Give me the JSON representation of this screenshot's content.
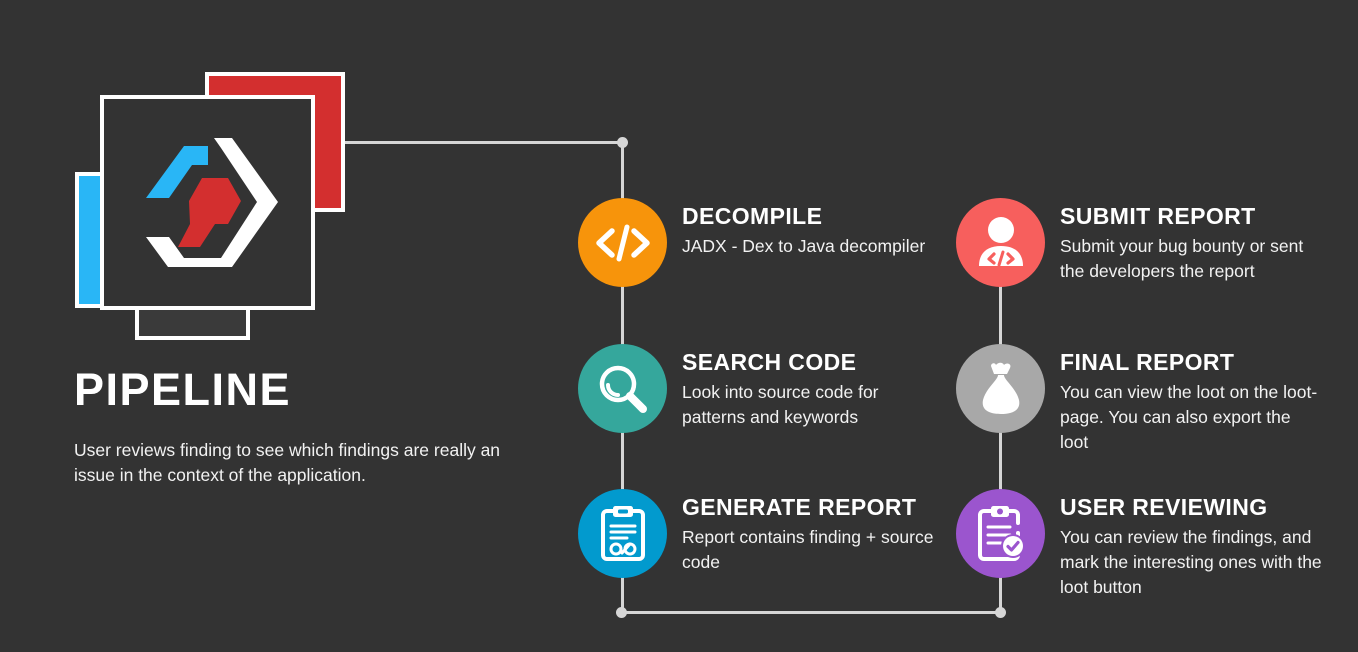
{
  "page": {
    "background_color": "#333333",
    "title": "PIPELINE",
    "description": "User reviews finding to see which findings are really an issue in the context of the application."
  },
  "logo": {
    "name": "hexagon-key-logo",
    "card_colors": {
      "blue": "#29B6F6",
      "red": "#D32F2F",
      "main": "#333333",
      "border": "#FFFFFF",
      "bottom": "#3A3A3A"
    },
    "mark_colors": {
      "outline": "#FFFFFF",
      "accent_blue": "#29B6F6",
      "accent_red": "#D32F2F"
    }
  },
  "connectors": {
    "line_color": "#D6D6D6",
    "dot_color": "#D6D6D6"
  },
  "steps": {
    "left_column": [
      {
        "id": "decompile",
        "icon": "code-brackets-icon",
        "color": "#F7940B",
        "title": "DECOMPILE",
        "description": "JADX - Dex to Java decompiler"
      },
      {
        "id": "search-code",
        "icon": "magnifier-icon",
        "color": "#35A79C",
        "title": "SEARCH CODE",
        "description": "Look into source code for patterns and keywords"
      },
      {
        "id": "generate-report",
        "icon": "clipboard-report-icon",
        "color": "#029ACE",
        "title": "GENERATE REPORT",
        "description": "Report contains finding + source code"
      }
    ],
    "right_column": [
      {
        "id": "submit-report",
        "icon": "developer-person-icon",
        "color": "#F75F5D",
        "title": "SUBMIT REPORT",
        "description": "Submit your bug bounty or sent the developers the report"
      },
      {
        "id": "final-report",
        "icon": "loot-bag-icon",
        "color": "#A8A8A8",
        "title": "FINAL REPORT",
        "description": "You can view the loot on the loot-page. You can also export the loot"
      },
      {
        "id": "user-reviewing",
        "icon": "clipboard-check-icon",
        "color": "#9B55CE",
        "title": "USER REVIEWING",
        "description": "You can review the findings, and mark the interesting ones with the loot button"
      }
    ]
  }
}
